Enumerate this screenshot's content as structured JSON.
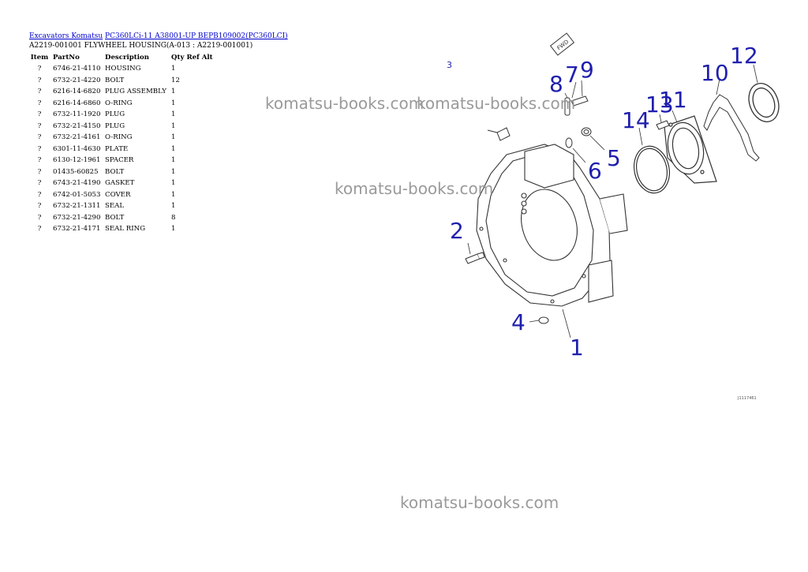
{
  "breadcrumb": {
    "link1": "Excavators Komatsu",
    "link2": "PC360LCi-11 A38001-UP BEPB109002(PC360LCI)"
  },
  "subtitle": "A2219-001001 FLYWHEEL HOUSING(A-013 : A2219-001001)",
  "table": {
    "headers": [
      "Item",
      "PartNo",
      "Description",
      "Qty Ref Alt"
    ],
    "rows": [
      [
        "?",
        "6746-21-4110",
        "HOUSING",
        "1"
      ],
      [
        "?",
        "6732-21-4220",
        "BOLT",
        "12"
      ],
      [
        "?",
        "6216-14-6820",
        "PLUG ASSEMBLY",
        "1"
      ],
      [
        "?",
        "6216-14-6860",
        "O-RING",
        "1"
      ],
      [
        "?",
        "6732-11-1920",
        "PLUG",
        "1"
      ],
      [
        "?",
        "6732-21-4150",
        "PLUG",
        "1"
      ],
      [
        "?",
        "6732-21-4161",
        "O-RING",
        "1"
      ],
      [
        "?",
        "6301-11-4630",
        "PLATE",
        "1"
      ],
      [
        "?",
        "6130-12-1961",
        "SPACER",
        "1"
      ],
      [
        "?",
        "01435-60825",
        "BOLT",
        "1"
      ],
      [
        "?",
        "6743-21-4190",
        "GASKET",
        "1"
      ],
      [
        "?",
        "6742-01-5053",
        "COVER",
        "1"
      ],
      [
        "?",
        "6732-21-1311",
        "SEAL",
        "1"
      ],
      [
        "?",
        "6732-21-4290",
        "BOLT",
        "8"
      ],
      [
        "?",
        "6732-21-4171",
        "SEAL RING",
        "1"
      ]
    ]
  },
  "watermarks": [
    "komatsu-books.com",
    "komatsu-books.com",
    "komatsu-books.com",
    "komatsu-books.com"
  ],
  "diagram": {
    "fwd_label": "FWD",
    "small_number": "3",
    "drawing_code": "J1117461",
    "callouts": [
      "1",
      "2",
      "4",
      "5",
      "6",
      "7",
      "8",
      "9",
      "10",
      "11",
      "12",
      "13",
      "14"
    ],
    "callout_color": "#1f1fae"
  }
}
